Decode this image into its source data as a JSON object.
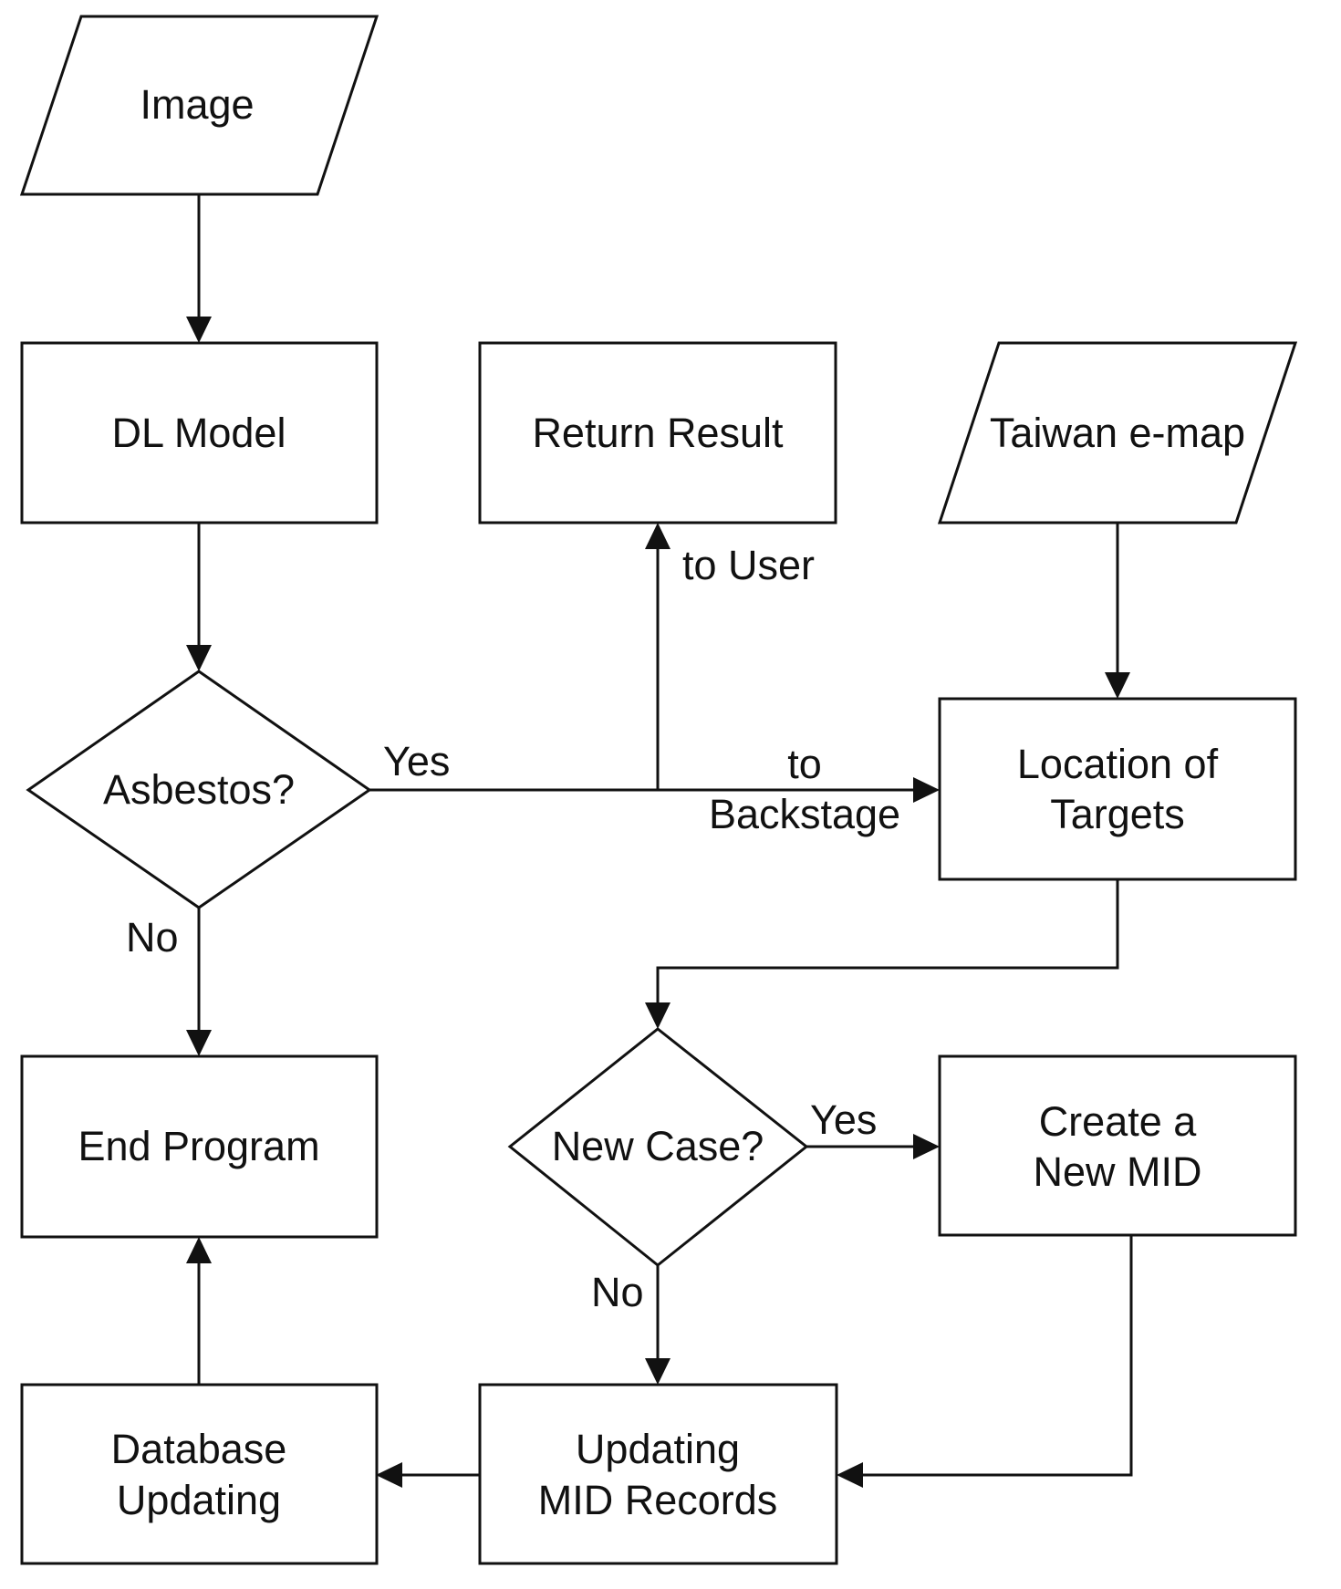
{
  "nodes": {
    "image": {
      "label": [
        "Image"
      ]
    },
    "dl_model": {
      "label": [
        "DL Model"
      ]
    },
    "return_result": {
      "label": [
        "Return Result"
      ]
    },
    "taiwan_emap": {
      "label": [
        "Taiwan e-map"
      ]
    },
    "asbestos": {
      "label": [
        "Asbestos?"
      ]
    },
    "location_targets": {
      "label": [
        "Location of",
        "Targets"
      ]
    },
    "end_program": {
      "label": [
        "End Program"
      ]
    },
    "new_case": {
      "label": [
        "New Case?"
      ]
    },
    "create_mid": {
      "label": [
        "Create a",
        "New MID"
      ]
    },
    "database_updating": {
      "label": [
        "Database",
        "Updating"
      ]
    },
    "updating_mid": {
      "label": [
        "Updating",
        "MID Records"
      ]
    }
  },
  "edge_labels": {
    "asbestos_yes": "Yes",
    "asbestos_no": "No",
    "to_user": "to User",
    "to_backstage": [
      "to",
      "Backstage"
    ],
    "newcase_yes": "Yes",
    "newcase_no": "No"
  }
}
